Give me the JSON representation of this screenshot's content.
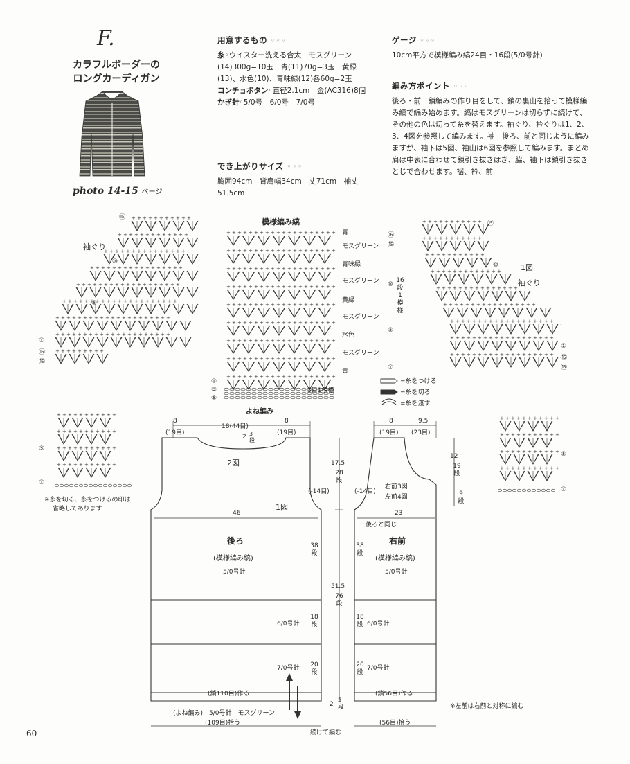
{
  "header": {
    "letter": "F.",
    "title_line1": "カラフルボーダーの",
    "title_line2": "ロングカーディガン",
    "photo_caption": "photo 14-15",
    "photo_suffix": "ページ"
  },
  "materials": {
    "heading": "用意するもの",
    "dots": "◦◦◦",
    "yarn_label": "糸",
    "yarn_text": "◦ウイスター洗える合太　モスグリーン(14)300g=10玉　青(11)70g=3玉　黄緑(13)、水色(10)、青味緑(12)各60g=2玉",
    "button_label": "コンチョボタン",
    "button_text": "◦直径2.1cm　金(AC316)8個",
    "hook_label": "かぎ針",
    "hook_text": "◦5/0号　6/0号　7/0号"
  },
  "finished": {
    "heading": "でき上がりサイズ",
    "dots": "◦◦◦",
    "text": "胸囲94cm　背肩幅34cm　丈71cm　袖丈51.5cm"
  },
  "gauge": {
    "heading": "ゲージ",
    "dots": "◦◦◦",
    "text": "10cm平方で模様編み縞24目・16段(5/0号針)"
  },
  "points": {
    "heading": "編み方ポイント",
    "dots": "◦◦◦",
    "text": "後ろ・前　鎖編みの作り目をして、鎖の裏山を拾って模様編み縞で編み始めます。縞はモスグリーンは切らずに続けて、その他の色は切って糸を替えます。袖ぐり、衿ぐりは1、2、3、4図を参照して編みます。袖　後ろ、前と同じように編みますが、袖下は5図、袖山は6図を参照して編みます。まとめ　肩は中表に合わせて鎖引き抜きはぎ、脇、袖下は鎖引き抜きとじで合わせます。裾、衿、前"
  },
  "chart_left": {
    "label_sode": "袖ぐり",
    "row_marks": [
      "⑮",
      "⑩",
      "⑤",
      "①",
      "⑯",
      "⑮",
      "⑤",
      "①"
    ],
    "note_line1": "※糸を切る、糸をつけるの印は",
    "note_line2": "省略してあります"
  },
  "chart_center": {
    "title": "模様編み縞",
    "colors": [
      "青",
      "モスグリーン",
      "青味緑",
      "モスグリーン",
      "黄緑",
      "モスグリーン",
      "水色",
      "モスグリーン",
      "青"
    ],
    "row_marks": [
      "⑯",
      "⑮",
      "⑩",
      "⑤",
      "①"
    ],
    "repeat_label": "16段1模様",
    "bottom_label": "3目1模様",
    "yone_label": "よね編み",
    "yone_marks": [
      "①",
      "③",
      "⑤"
    ]
  },
  "legend": {
    "attach": "=糸をつける",
    "cut": "=糸を切る",
    "pass": "=糸を渡す"
  },
  "chart_right": {
    "title": "1図",
    "label_sode": "袖ぐり",
    "row_marks": [
      "⑮",
      "⑩",
      "①",
      "⑯",
      "⑮",
      "⑤",
      "①"
    ]
  },
  "back": {
    "fig2": "2図",
    "fig1": "1図",
    "top_left": "8",
    "top_left_sub": "(19目)",
    "top_mid": "18(44目)",
    "top_right": "8",
    "top_right_sub": "(19目)",
    "neck_depth": "2",
    "neck_rows": "3段",
    "width": "46",
    "decrease": "(-14目)",
    "name": "後ろ",
    "pattern": "(模様編み縞)",
    "needle1": "5/0号針",
    "rows1": "38段",
    "needle2": "6/0号針",
    "rows2": "18段",
    "needle3": "7/0号針",
    "rows3": "20段",
    "chain": "(鎖110目)作る",
    "hem_text": "(よね編み)　5/0号針　モスグリーン",
    "pickup": "(109目)拾う",
    "hem_depth": "2",
    "hem_rows": "5段",
    "armhole_len": "17.5",
    "armhole_rows": "28段",
    "body_len": "51.5",
    "body_rows": "76段",
    "continue": "続けて編む"
  },
  "front": {
    "top_left": "8",
    "top_left_sub": "(19目)",
    "top_right": "9.5",
    "top_right_sub": "(23目)",
    "neck_len": "12",
    "neck_rows": "19段",
    "neck_rows2": "9段",
    "fig3": "右前3図",
    "fig4": "左前4図",
    "decrease": "(-14目)",
    "same": "後ろと同じ",
    "width": "23",
    "name": "右前",
    "pattern": "(模様編み縞)",
    "needle1": "5/0号針",
    "rows1": "38段",
    "needle2": "6/0号針",
    "rows2": "18段",
    "needle3": "7/0号針",
    "rows3": "20段",
    "chain": "(鎖56目)作る",
    "pickup": "(56目)拾う",
    "note": "※左前は右前と対称に編む"
  },
  "page_number": "60"
}
